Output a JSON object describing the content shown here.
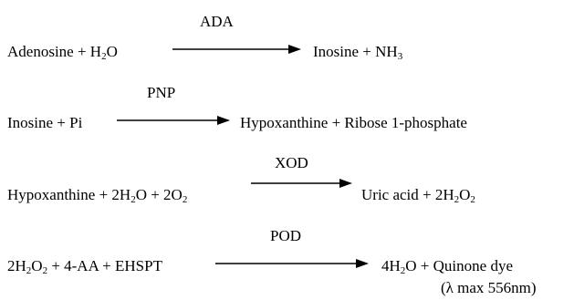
{
  "reactions": [
    {
      "reactants": [
        {
          "t": "Adenosine + H"
        },
        {
          "t": "2",
          "sub": true
        },
        {
          "t": "O"
        }
      ],
      "enzyme": "ADA",
      "products": [
        {
          "t": "Inosine + NH"
        },
        {
          "t": "3",
          "sub": true
        }
      ]
    },
    {
      "reactants": [
        {
          "t": "Inosine + Pi"
        }
      ],
      "enzyme": "PNP",
      "products": [
        {
          "t": "Hypoxanthine + Ribose 1-phosphate"
        }
      ]
    },
    {
      "reactants": [
        {
          "t": "Hypoxanthine + 2H"
        },
        {
          "t": "2",
          "sub": true
        },
        {
          "t": "O + 2O"
        },
        {
          "t": "2",
          "sub": true
        }
      ],
      "enzyme": "XOD",
      "products": [
        {
          "t": "Uric acid  + 2H"
        },
        {
          "t": "2",
          "sub": true
        },
        {
          "t": "O"
        },
        {
          "t": "2",
          "sub": true
        }
      ]
    },
    {
      "reactants": [
        {
          "t": "2H"
        },
        {
          "t": "2",
          "sub": true
        },
        {
          "t": "O"
        },
        {
          "t": "2",
          "sub": true
        },
        {
          "t": " + 4-AA + EHSPT"
        }
      ],
      "enzyme": "POD",
      "products": [
        {
          "t": "4H"
        },
        {
          "t": "2",
          "sub": true
        },
        {
          "t": "O  + Quinone dye"
        }
      ],
      "note": "(λ max 556nm)"
    }
  ]
}
